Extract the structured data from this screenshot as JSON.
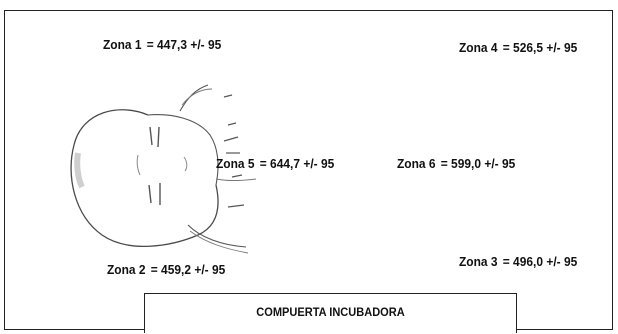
{
  "zones": [
    {
      "name": "Zona  1",
      "equals": "=",
      "value": "447,3",
      "tolerance": "+/- 95"
    },
    {
      "name": "Zona 2",
      "equals": "=",
      "value": "459,2",
      "tolerance": "+/- 95"
    },
    {
      "name": "Zona 3",
      "equals": "=",
      "value": "496,0",
      "tolerance": "+/- 95"
    },
    {
      "name": "Zona 4",
      "equals": "=",
      "value": "526,5",
      "tolerance": "+/- 95"
    },
    {
      "name": "Zona 5",
      "equals": "=",
      "value": "644,7",
      "tolerance": "+/- 95"
    },
    {
      "name": "Zona 6",
      "equals": "=",
      "value": "599,0",
      "tolerance": "+/- 95"
    }
  ],
  "door": {
    "label": "COMPUERTA INCUBADORA"
  },
  "colors": {
    "border": "#222222",
    "text": "#111111",
    "sketch": "#4a4a4a",
    "background": "#ffffff"
  },
  "illustration": {
    "icon": "infant-head-sketch-icon"
  }
}
